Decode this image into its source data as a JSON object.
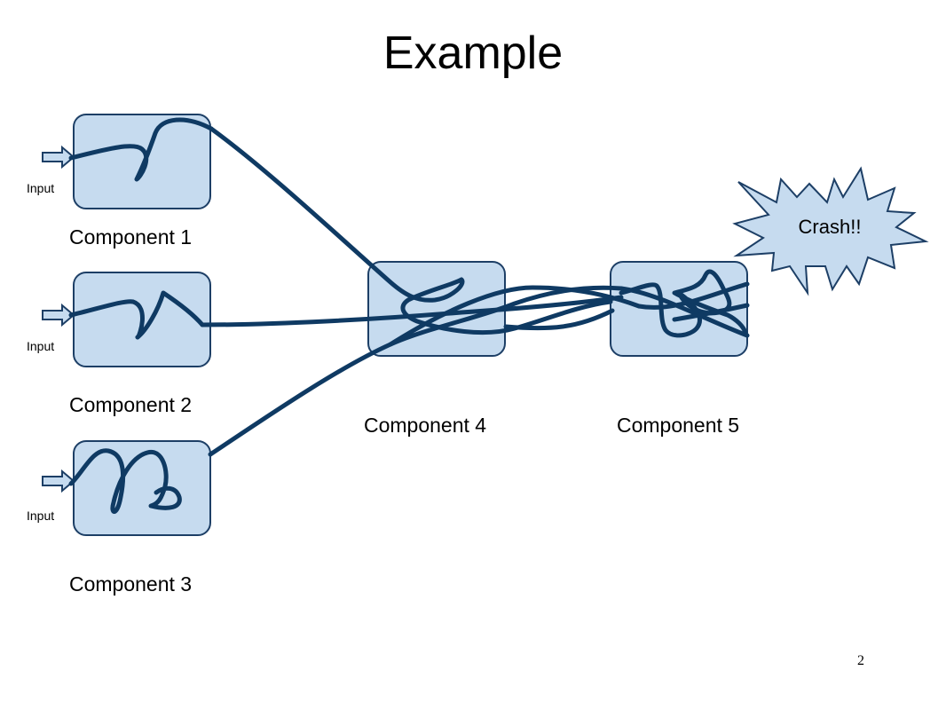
{
  "slide": {
    "title": "Example",
    "page_number": "2"
  },
  "colors": {
    "box_fill": "#c6dbef",
    "box_stroke": "#1d3f66",
    "wire": "#0f3a63",
    "arrow_fill": "#c6dbef",
    "crash_fill": "#c6dbef"
  },
  "inputs": [
    {
      "label": "Input"
    },
    {
      "label": "Input"
    },
    {
      "label": "Input"
    }
  ],
  "components": [
    {
      "label": "Component 1"
    },
    {
      "label": "Component 2"
    },
    {
      "label": "Component 3"
    },
    {
      "label": "Component 4"
    },
    {
      "label": "Component 5"
    }
  ],
  "crash": {
    "label": "Crash!!"
  }
}
